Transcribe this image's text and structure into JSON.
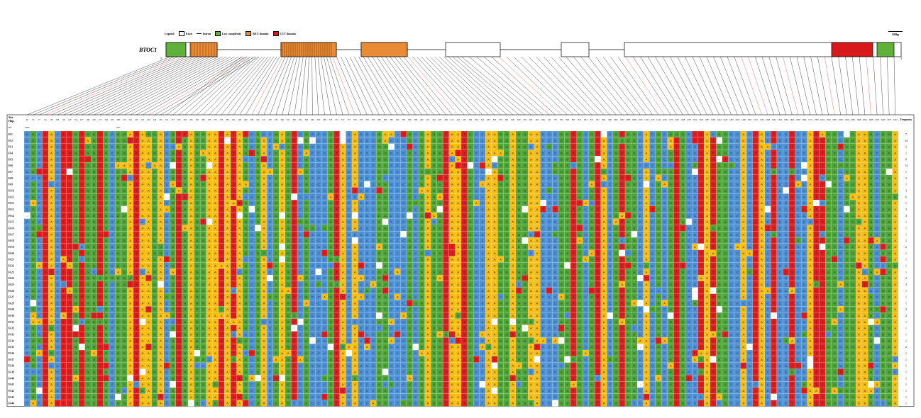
{
  "legend": {
    "title": "Legend:",
    "items": [
      {
        "kind": "box",
        "label": "Exon",
        "color": "#ffffff"
      },
      {
        "kind": "line",
        "label": "Intron",
        "color": "#000000"
      },
      {
        "kind": "box",
        "label": "Low complexity",
        "color": "#5fb13a"
      },
      {
        "kind": "box",
        "label": "REC domain",
        "color": "#e98b35"
      },
      {
        "kind": "box",
        "label": "CCT domain",
        "color": "#d7191c"
      }
    ]
  },
  "scale_label": "100bp",
  "gene_name": "BTOC1",
  "five_prime": "5'",
  "three_prime": "3'",
  "row_header": "Hap.",
  "col_header": "Site",
  "frequency_header": "Frequency",
  "ref_row_label": "ref",
  "positions": [
    46,
    63,
    77,
    94,
    103,
    109,
    116,
    120,
    154,
    167,
    168,
    169,
    172,
    184,
    185,
    208,
    210,
    215,
    226,
    235,
    243,
    246,
    250,
    252,
    257,
    259,
    263,
    264,
    265,
    266,
    270,
    273,
    279,
    283,
    291,
    296,
    297,
    309,
    310,
    315,
    320,
    330,
    336,
    341,
    360,
    361,
    365,
    366,
    367,
    369,
    370,
    371,
    372,
    373,
    374,
    376,
    378,
    379,
    382,
    383,
    385,
    394,
    395,
    396,
    399,
    400,
    401,
    402,
    403,
    409,
    412,
    422,
    433,
    500,
    505,
    524,
    630,
    635,
    655,
    681,
    626,
    639,
    655,
    661,
    663,
    662,
    744,
    770,
    784,
    803,
    807,
    812,
    823,
    831,
    827,
    864,
    906,
    906,
    1005,
    1089,
    1099,
    1109,
    1126,
    1130,
    1144,
    1166,
    1172,
    1190,
    1238,
    1250,
    1312,
    1320,
    1387,
    1399,
    1442,
    1428,
    1485,
    1493,
    1496,
    1503,
    1531,
    1532,
    1548,
    1562,
    1594,
    1562,
    1640,
    1693,
    1694,
    1715,
    1799,
    1824,
    1844,
    1865,
    1909,
    1934,
    1939,
    1996,
    2001,
    2098,
    2236,
    2290,
    2337,
    2343
  ],
  "ref_annotations": [
    "SNP",
    "",
    "",
    "",
    "",
    "",
    "",
    "",
    "",
    "",
    "",
    "",
    "",
    "",
    "",
    "A/F",
    "",
    "",
    "",
    "",
    "",
    "",
    "",
    "",
    "",
    "",
    "",
    "",
    "",
    "",
    "",
    "",
    "",
    "",
    "",
    "",
    "",
    "",
    "",
    "",
    "",
    "",
    "",
    "",
    "",
    "",
    "",
    "",
    "",
    "",
    "",
    "",
    "",
    "",
    "",
    "",
    "",
    "",
    "",
    "",
    "",
    "",
    "",
    "",
    "",
    "",
    "",
    "",
    "",
    "",
    "",
    "",
    "",
    "",
    "",
    "",
    "",
    "",
    "",
    "",
    "",
    "",
    "",
    "",
    "",
    "",
    "",
    "",
    "",
    "",
    "",
    "",
    "",
    "",
    "",
    "",
    "",
    "",
    "",
    "",
    "",
    "",
    "",
    "",
    "",
    "",
    "",
    "",
    "",
    "",
    "",
    "",
    "",
    "",
    "",
    "",
    "",
    "",
    "",
    "",
    "",
    "",
    "",
    "",
    "",
    "",
    "",
    "",
    "",
    "",
    "",
    "",
    "",
    "",
    "",
    "",
    "",
    "",
    "",
    "",
    "",
    "",
    "",
    "",
    "",
    "",
    "",
    "",
    "",
    "",
    "",
    "",
    "",
    "",
    "",
    "",
    "",
    "",
    "",
    ""
  ],
  "haplotypes": [
    "H-1",
    "H-2",
    "H-3",
    "H-4",
    "H-5",
    "H-6",
    "H-7",
    "H-8",
    "H-9",
    "H-10",
    "H-11",
    "H-12",
    "H-13",
    "H-14",
    "H-15",
    "H-16",
    "H-17",
    "H-18",
    "H-19",
    "H-20",
    "H-21",
    "H-22",
    "H-23",
    "H-24",
    "H-25",
    "H-26",
    "H-27",
    "H-28",
    "H-29",
    "H-30",
    "H-31",
    "H-32",
    "H-33",
    "H-34",
    "H-35",
    "H-36",
    "H-37",
    "H-38",
    "H-39",
    "H-40",
    "H-41",
    "H-42",
    "H-43",
    "H-44"
  ],
  "frequencies": [
    7,
    34,
    2,
    1,
    8,
    14,
    1,
    2,
    1,
    3,
    6,
    1,
    2,
    4,
    1,
    1,
    1,
    1,
    2,
    1,
    1,
    1,
    1,
    2,
    3,
    1,
    1,
    1,
    2,
    2,
    1,
    1,
    1,
    1,
    2,
    1,
    1,
    1,
    1,
    1,
    1,
    1,
    1,
    1
  ],
  "colors": {
    "A": "#f7bd13",
    "C": "#4e90d4",
    "G": "#4fa638",
    "T": "#de1e1e",
    "gap": "#ffffff",
    "rec": "#e98b35",
    "low": "#5fb13a",
    "cct": "#d7191c"
  }
}
